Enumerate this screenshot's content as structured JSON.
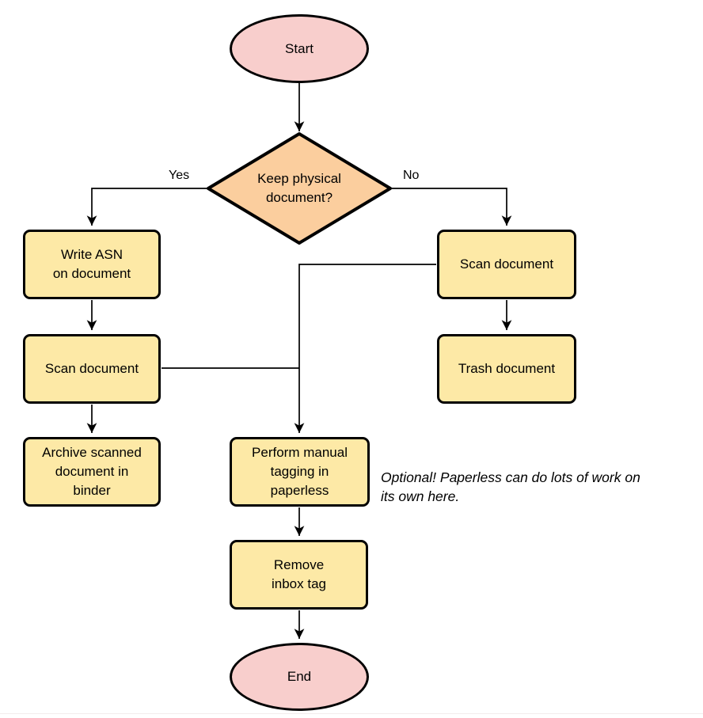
{
  "nodes": {
    "start": "Start",
    "decision": "Keep physical\ndocument?",
    "write_asn": "Write ASN\non document",
    "scan_left": "Scan document",
    "archive": "Archive scanned\ndocument in\nbinder",
    "scan_right": "Scan document",
    "trash": "Trash document",
    "tagging": "Perform manual\ntagging in\npaperless",
    "remove_inbox": "Remove\ninbox tag",
    "end": "End"
  },
  "edge_labels": {
    "yes": "Yes",
    "no": "No"
  },
  "note": "Optional! Paperless can do lots of work on\nits own here.",
  "colors": {
    "terminal_fill": "#f8cecc",
    "decision_fill": "#fbce9e",
    "process_fill": "#fde9a6",
    "stroke": "#000000",
    "page_bg": "#ffffff"
  }
}
